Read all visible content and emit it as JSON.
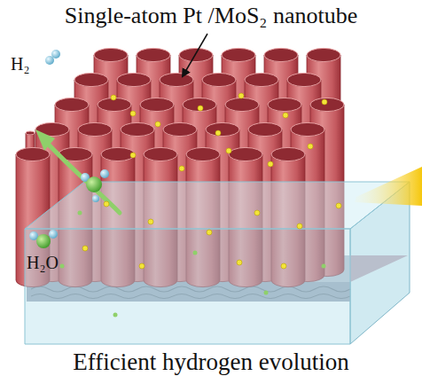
{
  "diagram": {
    "caption": "Efficient hydrogen evolution",
    "labels": [
      "Single-atom Pt /MoS₂ nanotube",
      "H₂",
      "H₂O"
    ]
  }
}
